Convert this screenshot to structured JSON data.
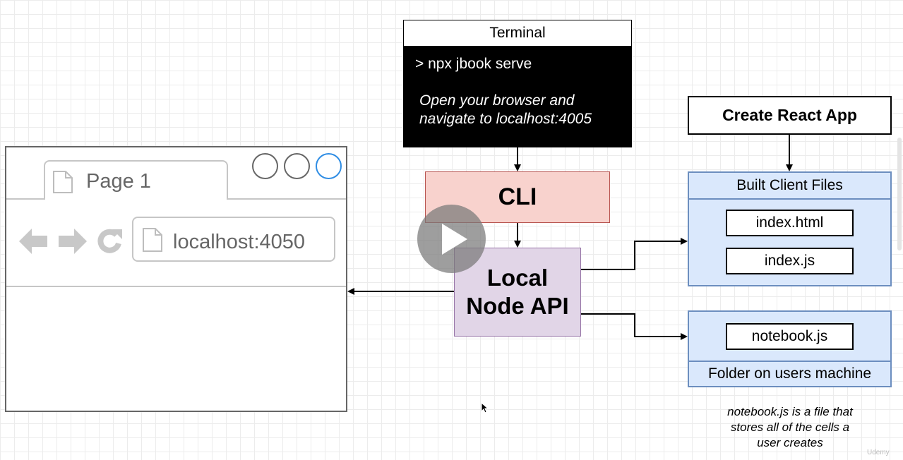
{
  "terminal": {
    "title": "Terminal",
    "command": "> npx jbook serve",
    "message_line1": "Open your browser and",
    "message_line2": "navigate to localhost:4005"
  },
  "cli": {
    "label": "CLI"
  },
  "api": {
    "line1": "Local",
    "line2": "Node API"
  },
  "create_react_app": {
    "label": "Create React App"
  },
  "built_client_files": {
    "title": "Built Client Files",
    "files": [
      "index.html",
      "index.js"
    ]
  },
  "folder": {
    "file": "notebook.js",
    "title": "Folder on users machine"
  },
  "note": {
    "line1": "notebook.js is a file that",
    "line2": "stores all of the cells a",
    "line3": "user creates"
  },
  "browser": {
    "tab_title": "Page 1",
    "address": "localhost:4050"
  },
  "player": {
    "icon": "play-icon"
  },
  "watermark": "Udemy",
  "colors": {
    "cli_fill": "#f8d2cd",
    "cli_border": "#b85450",
    "api_fill": "#e1d5e7",
    "api_border": "#9673a6",
    "blue_fill": "#dae8fc",
    "blue_border": "#6c8ebf",
    "browser_active_circle": "#2f8de4"
  }
}
